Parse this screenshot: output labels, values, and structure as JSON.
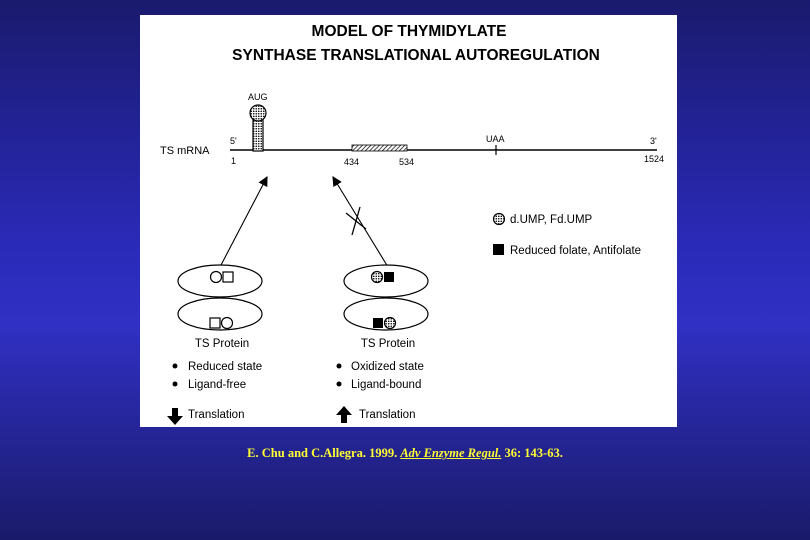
{
  "figure": {
    "title_line1": "MODEL OF THYMIDYLATE",
    "title_line2": "SYNTHASE TRANSLATIONAL AUTOREGULATION",
    "mrna": {
      "label": "TS mRNA",
      "start_codon": "AUG",
      "stop_codon": "UAA",
      "five_prime": "5'",
      "three_prime": "3'",
      "pos_start": "1",
      "pos_region_start": "434",
      "pos_region_end": "534",
      "pos_end": "1524"
    },
    "legend": [
      {
        "symbol": "hatched-circle",
        "label": "d.UMP, Fd.UMP"
      },
      {
        "symbol": "filled-square",
        "label": "Reduced folate, Antifolate"
      }
    ],
    "left_state": {
      "protein_label": "TS Protein",
      "bullets": [
        "Reduced state",
        "Ligand-free"
      ],
      "translation_label": "Translation",
      "translation_direction": "down"
    },
    "right_state": {
      "protein_label": "TS Protein",
      "bullets": [
        "Oxidized state",
        "Ligand-bound"
      ],
      "translation_label": "Translation",
      "translation_direction": "up"
    }
  },
  "citation": {
    "authors": "E. Chu and C.Allegra. 1999.",
    "journal": "Adv Enzyme Regul.",
    "volume_pages": "36: 143-63.",
    "trailing": " "
  }
}
